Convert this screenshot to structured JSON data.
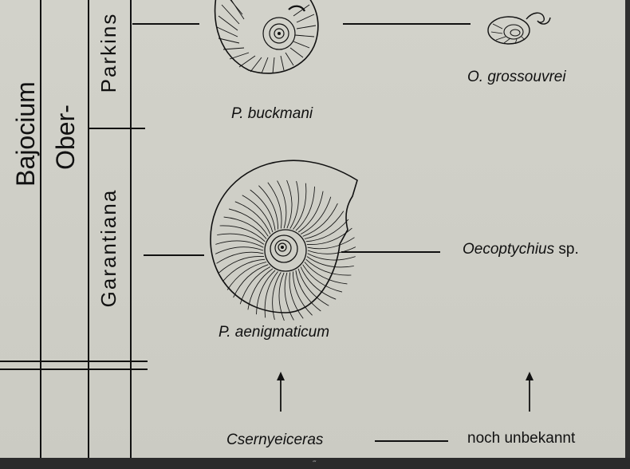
{
  "stratigraphy": {
    "stage": "Bajocium",
    "substage": "Ober-",
    "zone_upper": "Parkins",
    "zone_lower": "Garantiana"
  },
  "fossils": {
    "buckmani": {
      "genus": "P.",
      "species": "buckmani"
    },
    "grossouvrei": {
      "genus": "O.",
      "species": "grossouvrei"
    },
    "aenigmaticum": {
      "genus": "P.",
      "species": "aenigmaticum"
    },
    "oecoptychius": {
      "genus": "Oecoptychius",
      "suffix": "sp."
    }
  },
  "bottom": {
    "left_label": "Csernyeiceras",
    "right_label": "noch unbekannt"
  },
  "footer": {
    "mark": "‴"
  },
  "colors": {
    "ink": "#111111",
    "paper": "#d0d0c8"
  }
}
